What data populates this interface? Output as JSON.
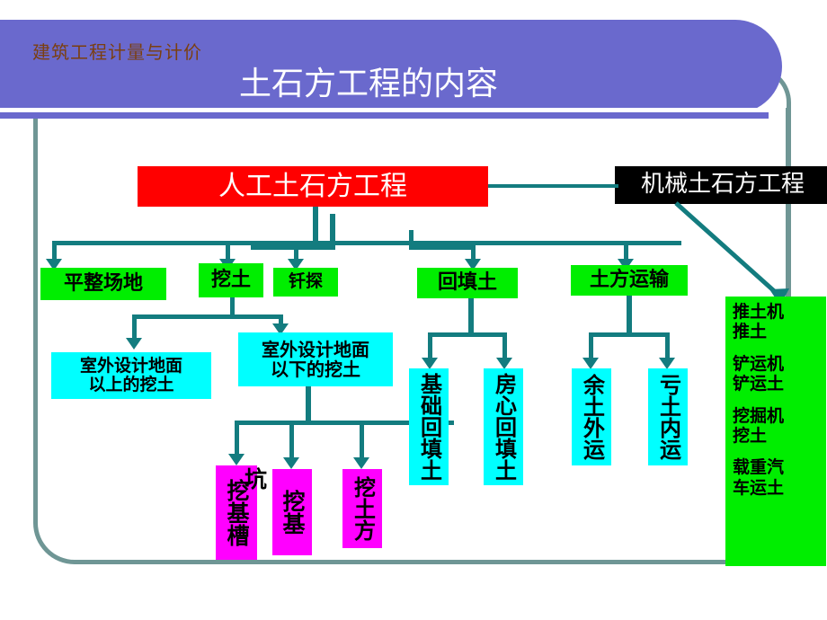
{
  "header": {
    "kicker": "建筑工程计量与计价",
    "title": "土石方工程的内容",
    "banner_color": "#6a69cd",
    "kicker_color": "#7b3f10",
    "title_color": "#ffffff"
  },
  "frame": {
    "color": "#6f9695"
  },
  "diagram": {
    "connector_color": "#137c7f",
    "root_manual": {
      "label": "人工土石方工程",
      "fill": "#ff0000",
      "text_color": "#ffffff"
    },
    "root_machine": {
      "label": "机械土石方工程",
      "fill": "#000000",
      "text_color": "#ffffff"
    },
    "level2": [
      {
        "label": "平整场地",
        "fill": "#00ee00"
      },
      {
        "label": "挖土",
        "fill": "#00ee00"
      },
      {
        "label": "钎探",
        "fill": "#00ee00"
      },
      {
        "label": "回填土",
        "fill": "#00ee00"
      },
      {
        "label": "土方运输",
        "fill": "#00ee00"
      }
    ],
    "excavation_children": [
      {
        "label": "室外设计地面\n以上的挖土",
        "line1": "室外设计地面",
        "line2": "以上的挖土",
        "fill": "#00ffff"
      },
      {
        "label": "室外设计地面\n以下的挖土",
        "line1": "室外设计地面",
        "line2": "以下的挖土",
        "fill": "#00ffff"
      }
    ],
    "below_grade_children": [
      {
        "label": "挖基槽",
        "overlap_label": "坑",
        "fill": "#ff00ff"
      },
      {
        "label": "挖基",
        "fill": "#ff00ff"
      },
      {
        "label": "挖土方",
        "fill": "#ff00ff"
      }
    ],
    "backfill_children": [
      {
        "label": "基础回填土",
        "fill": "#00ffff"
      },
      {
        "label": "房心回填土",
        "fill": "#00ffff"
      }
    ],
    "transport_children": [
      {
        "label": "余土外运",
        "fill": "#00ffff"
      },
      {
        "label": "亏土内运",
        "fill": "#00ffff"
      }
    ],
    "machine_items": [
      {
        "line1": "推土机",
        "line2": "推土"
      },
      {
        "line1": "铲运机",
        "line2": "铲运土"
      },
      {
        "line1": "挖掘机",
        "line2": "挖土"
      },
      {
        "line1": "载重汽",
        "line2": "车运土"
      }
    ],
    "machine_panel_fill": "#00ee00"
  }
}
